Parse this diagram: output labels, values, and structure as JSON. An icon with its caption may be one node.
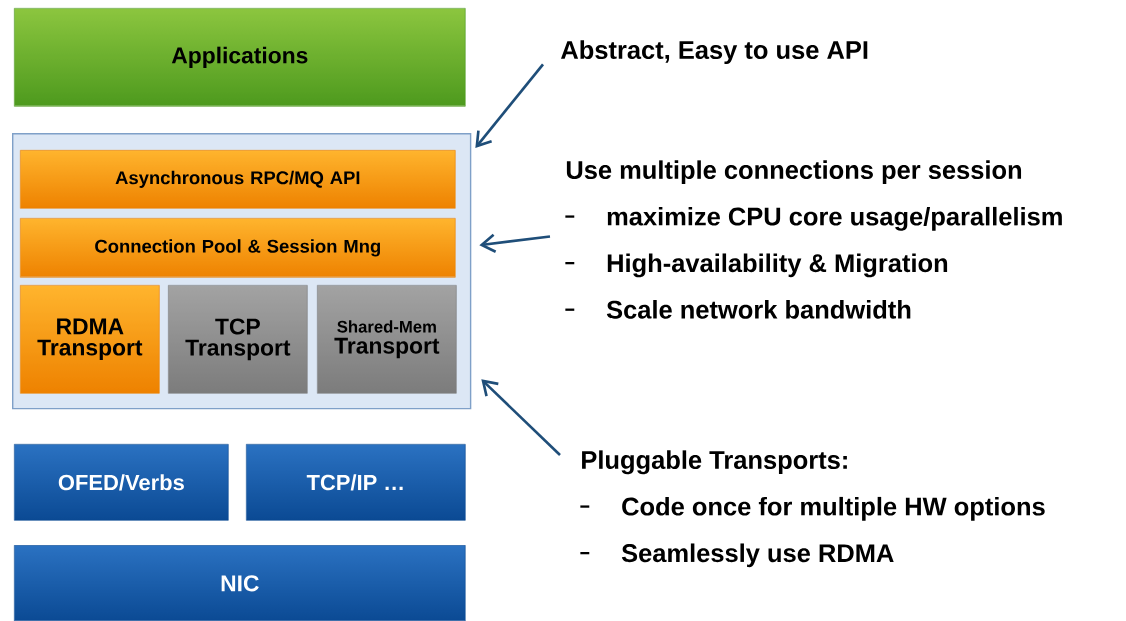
{
  "diagram": {
    "nodes": [
      {
        "text": [
          "Applications"
        ]
      },
      {
        "text": [],
        "shape": "box"
      },
      {
        "text": [
          "Asynchronous RPC/MQ API"
        ],
        "in": 1
      },
      {
        "text": [
          "Connection Pool & Session Mng"
        ],
        "in": 1
      },
      {
        "text": [
          "RDMA Transport"
        ],
        "in": 1
      },
      {
        "text": [
          "TCP Transport"
        ],
        "in": 1
      },
      {
        "text": [
          "Shared-Mem",
          "Transport"
        ],
        "in": 1
      },
      {
        "text": [
          "OFED/Verbs"
        ]
      },
      {
        "text": [
          "TCP/IP …"
        ]
      },
      {
        "text": [
          "NIC"
        ]
      },
      {
        "text": [
          "Abstract, Easy to use API"
        ]
      },
      {
        "text": [
          "Use multiple connections per session",
          "maximize CPU core usage/parallelism",
          "High-availability & Migration",
          "Scale network bandwidth"
        ]
      },
      {
        "text": [
          "Pluggable Transports:",
          "Code once for multiple HW options",
          "Seamlessly use RDMA"
        ]
      }
    ],
    "edges": [
      {
        "from": 10,
        "to": 1,
        "arrow": "to"
      },
      {
        "from": 11,
        "to": 1,
        "arrow": "to"
      },
      {
        "from": 12,
        "to": 1,
        "arrow": "to"
      }
    ]
  }
}
